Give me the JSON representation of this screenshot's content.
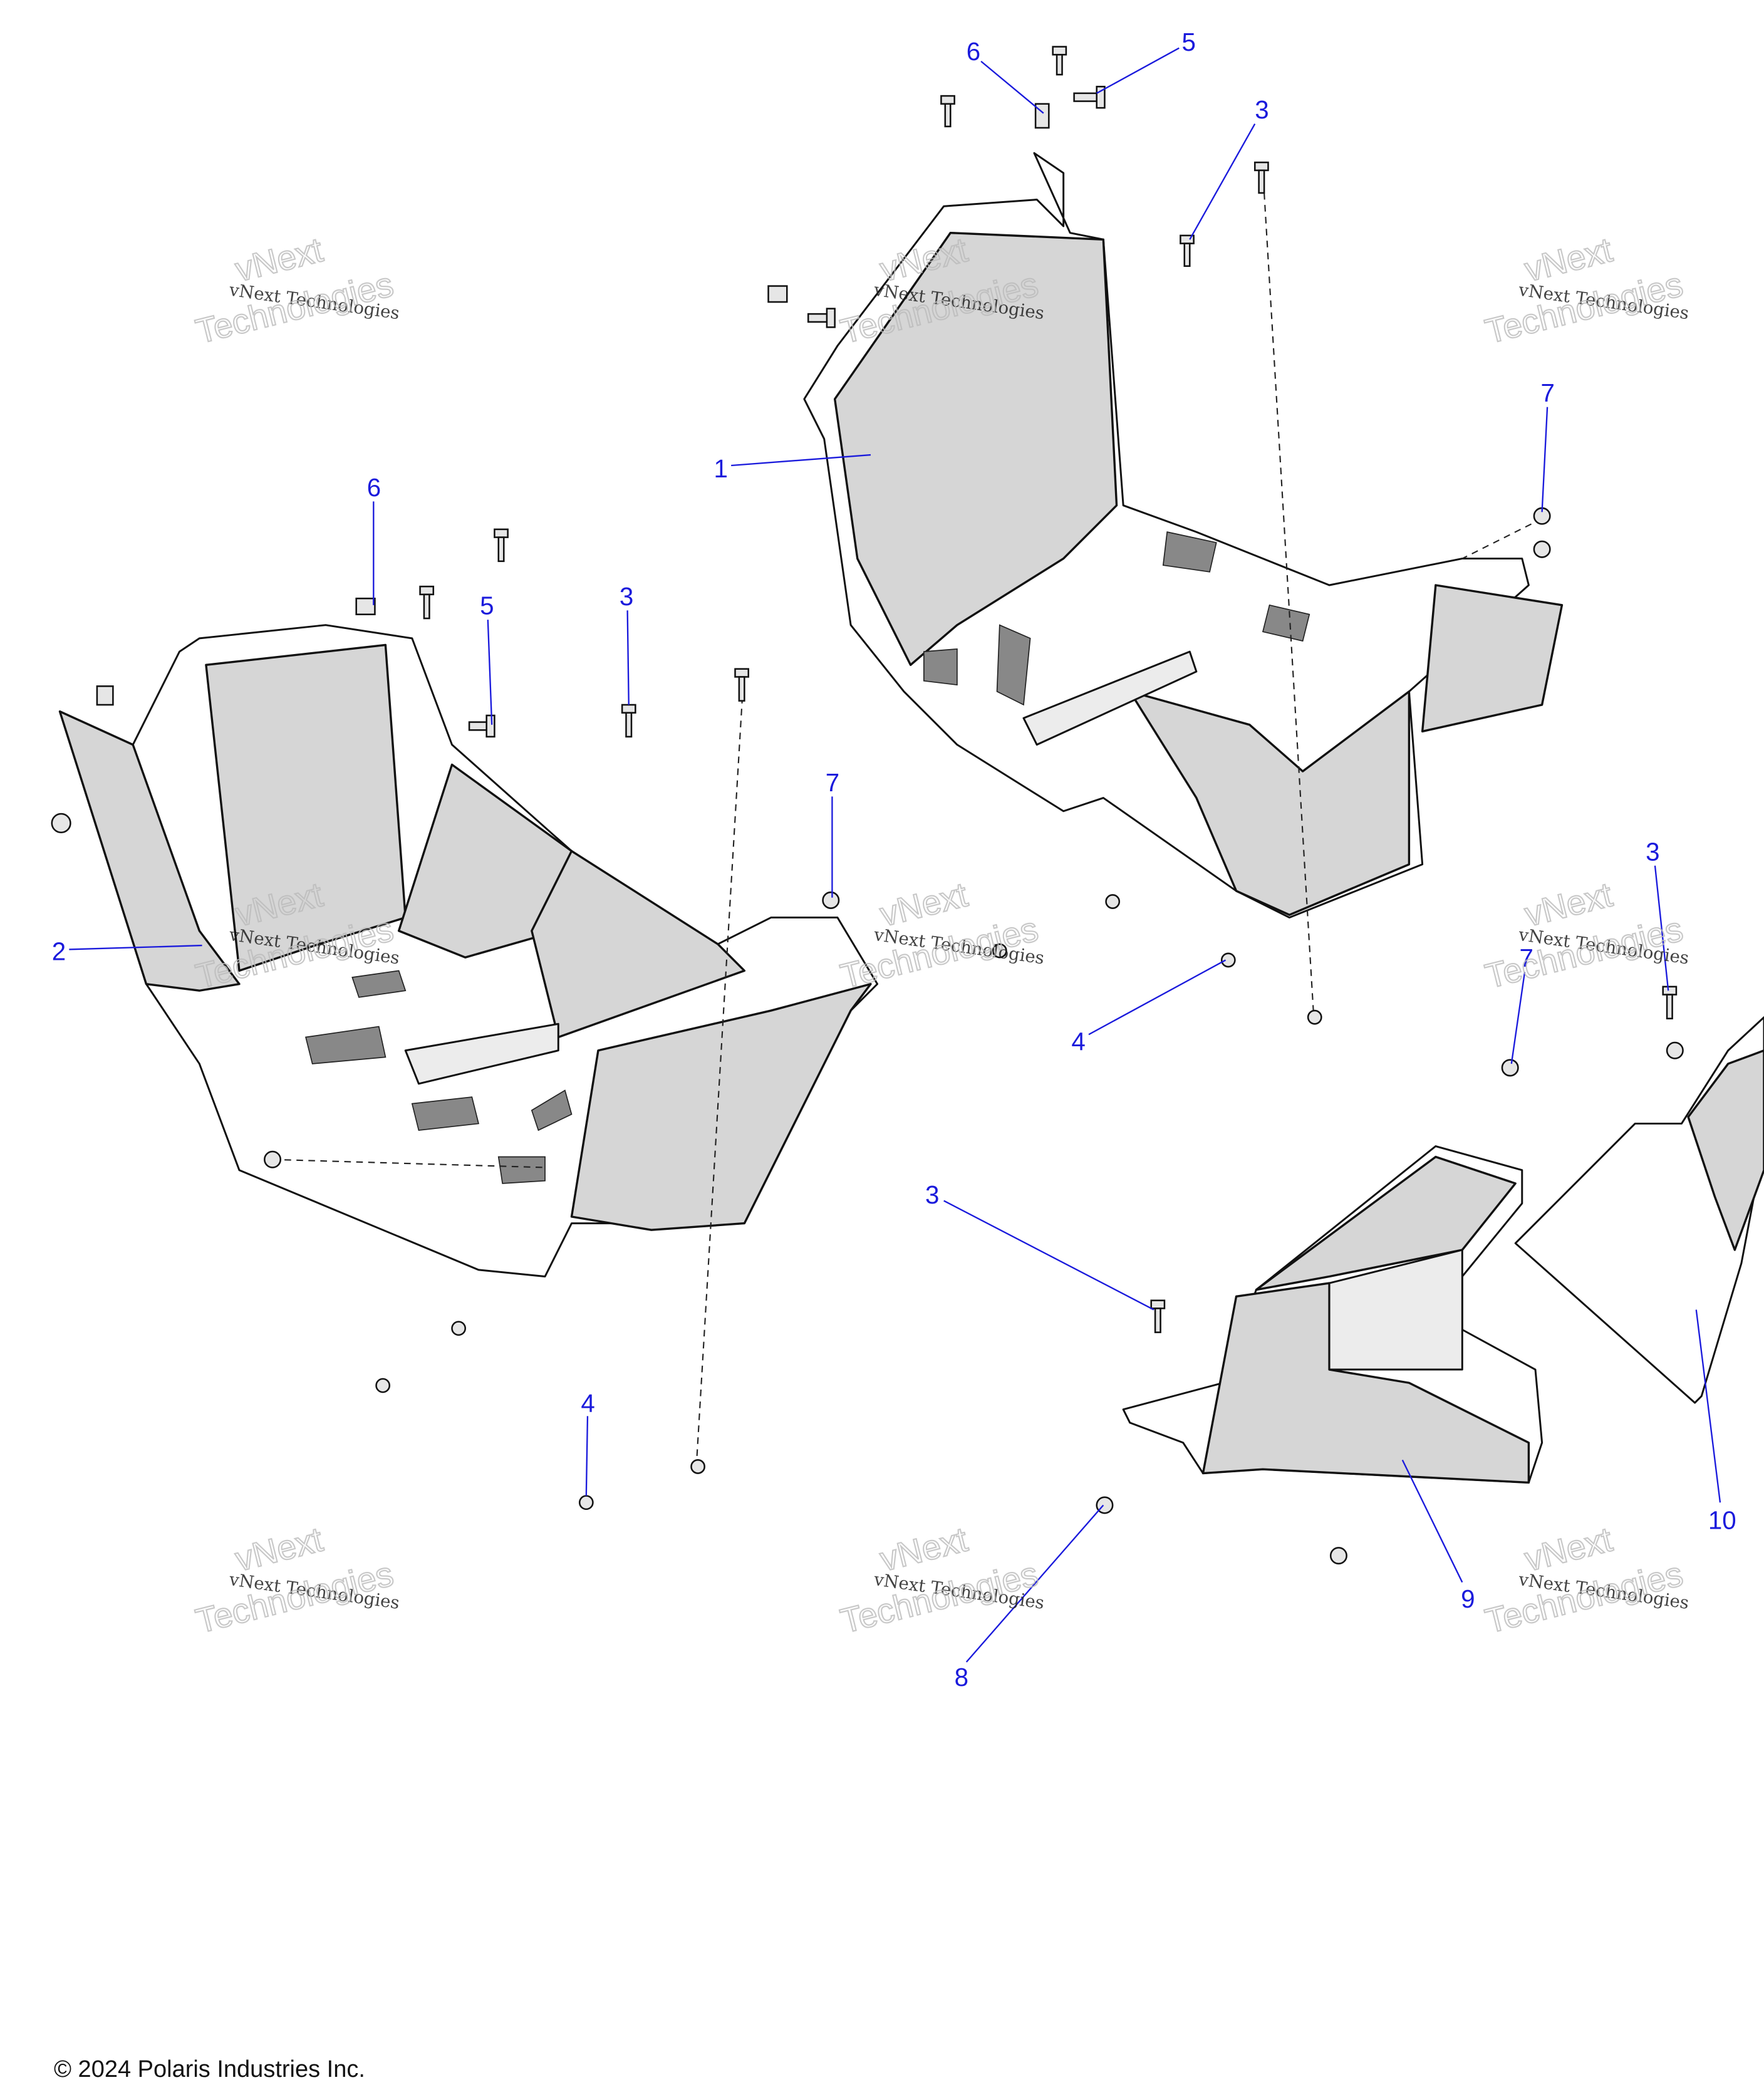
{
  "watermark": {
    "line1": "vNext Technologies",
    "line2": "vNext",
    "line3": "Technologies"
  },
  "callouts": [
    {
      "label": "1"
    },
    {
      "label": "2"
    },
    {
      "label": "3"
    },
    {
      "label": "3"
    },
    {
      "label": "3"
    },
    {
      "label": "3"
    },
    {
      "label": "4"
    },
    {
      "label": "4"
    },
    {
      "label": "5"
    },
    {
      "label": "5"
    },
    {
      "label": "6"
    },
    {
      "label": "6"
    },
    {
      "label": "7"
    },
    {
      "label": "7"
    },
    {
      "label": "7"
    },
    {
      "label": "8"
    },
    {
      "label": "9"
    },
    {
      "label": "10"
    }
  ],
  "copyright": "© 2024 Polaris Industries Inc.",
  "colors": {
    "callout": "#1a1adc",
    "part": "#d6d6d6"
  }
}
